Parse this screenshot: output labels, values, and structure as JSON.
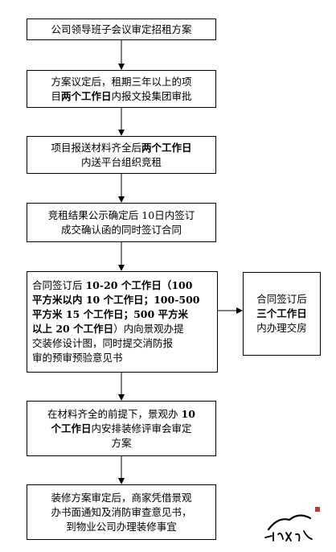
{
  "flow": {
    "step1": {
      "text": "公司领导班子会议审定招租方案"
    },
    "step2": {
      "line1": "方案议定后，租期三年以上的项",
      "line2_pre": "目",
      "line2_bold": "两个工作日",
      "line2_post": "内报文投集团审批"
    },
    "step3": {
      "line1_pre": "项目报送材料齐全后",
      "line1_bold": "两个工作日",
      "line2": "内送平台组织竞租"
    },
    "step4": {
      "line1_pre": "竞租结果公示确定后 ",
      "line1_num": "10",
      "line1_post": "日内签订",
      "line2": "成交确认函的同时签订合同"
    },
    "step5": {
      "l1_pre": "合同签订后 ",
      "l1_bold": "10-20 个工作日",
      "l1_post": "（100",
      "l2_bold": "平方米以内 10 个工作日",
      "l2_post": "；100-500",
      "l3_bold": "平方米 15 个工作日",
      "l3_post": "；500 平方米",
      "l4_bold": "以上 20 个工作日",
      "l4_post": "）内向景观办提",
      "l5": "交装修设计图，同时提交消防报",
      "l6": "审的预审预验意见书"
    },
    "step_side": {
      "line1": "合同签订后",
      "line2_bold": "三个工作日",
      "line3": "内办理交房"
    },
    "step6": {
      "line1_pre": "在材料齐全的前提下，景观办 ",
      "line1_bold": "10",
      "line2_bold": "个工作日",
      "line2_post": "内安排装修评审会审定",
      "line3": "方案"
    },
    "step7": {
      "line1": "装修方案审定后，商家凭借景观",
      "line2": "办书面通知及消防审查意见书，",
      "line3": "到物业公司办理装修事宜"
    }
  },
  "colors": {
    "stroke": "#000000",
    "seal": "#c0392b"
  }
}
